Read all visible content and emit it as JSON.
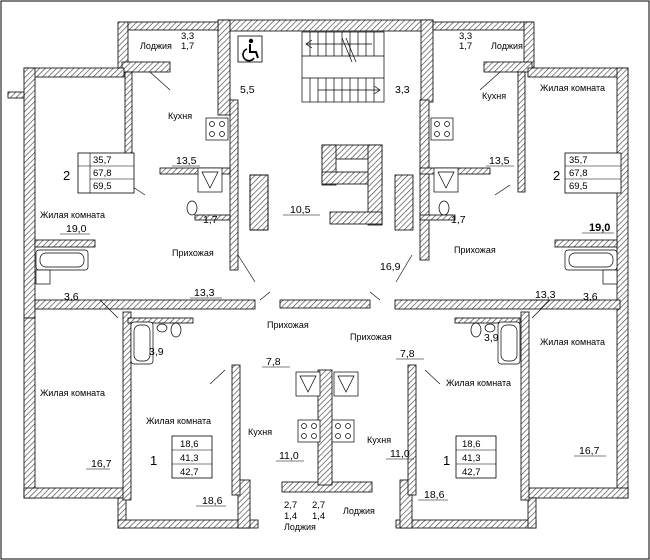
{
  "rooms": {
    "kitchen": "Кухня",
    "living": "Жилая комната",
    "hall": "Прихожая",
    "loggia": "Лоджия"
  },
  "areas": {
    "loggia_tl": [
      "3,3",
      "1,7"
    ],
    "loggia_tr": [
      "3,3",
      "1,7"
    ],
    "loggia_bottom": [
      "2,7",
      "1,4"
    ],
    "stair_landing": "5,5",
    "stair_right": "3,3",
    "kitchen_tl": "13,5",
    "kitchen_tr": "13,5",
    "bath_tl": "1,7",
    "bath_tr": "1,7",
    "corridor_center": "10,5",
    "living_tl": "19,0",
    "living_tr": "19,0",
    "hall_right": "16,9",
    "hall_tl": "13,3",
    "hall_tr": "13,3",
    "bath_tl2": "3,6",
    "bath_tr2": "3,6",
    "wc_bl": "3,9",
    "wc_br": "3,9",
    "hall_bl": "7,8",
    "hall_br": "7,8",
    "living_bl": "16,7",
    "living_br": "16,7",
    "kitchen_bl": "11,0",
    "kitchen_br": "11,0",
    "living_bl2": "18,6",
    "living_br2": "18,6"
  },
  "apartments": [
    {
      "rooms": "2",
      "living": "35,7",
      "total": "67,8",
      "total_loggia": "69,5"
    },
    {
      "rooms": "2",
      "living": "35,7",
      "total": "67,8",
      "total_loggia": "69,5"
    },
    {
      "rooms": "1",
      "living": "18,6",
      "total": "41,3",
      "total_loggia": "42,7"
    },
    {
      "rooms": "1",
      "living": "18,6",
      "total": "41,3",
      "total_loggia": "42,7"
    }
  ]
}
